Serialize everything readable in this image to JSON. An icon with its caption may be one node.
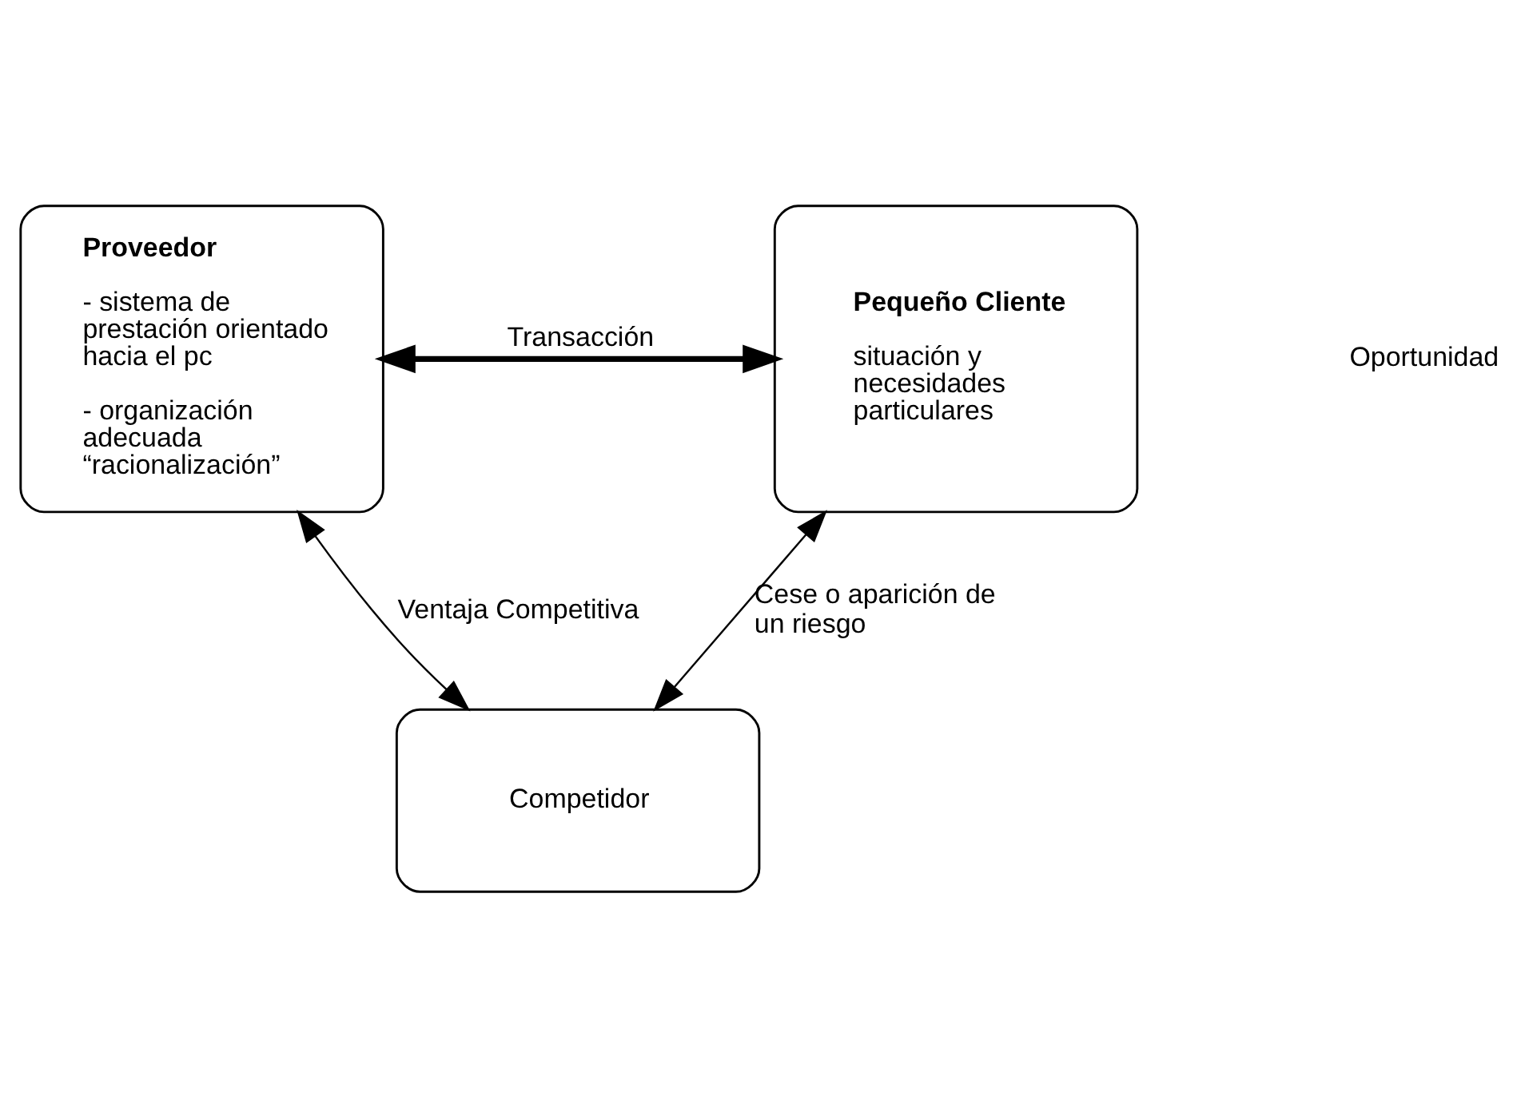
{
  "diagram": {
    "nodes": [
      {
        "text": [
          "Proveedor",
          "- sistema de prestación orientado hacia el pc",
          "- organización adecuada “racionalización”"
        ]
      },
      {
        "text": [
          "Pequeño Cliente",
          "situación y necesidades particulares"
        ]
      },
      {
        "text": [
          "Competidor"
        ]
      }
    ],
    "edges": [
      {
        "from": 0,
        "to": 1,
        "arrow": "both",
        "label": "Transacción",
        "style": "thick"
      },
      {
        "from": 0,
        "to": 2,
        "arrow": "both",
        "label": "Ventaja Competitiva"
      },
      {
        "from": 2,
        "to": 1,
        "arrow": "both",
        "label": "Cese o aparición de un riesgo"
      }
    ],
    "labels": [
      "Oportunidad"
    ]
  }
}
